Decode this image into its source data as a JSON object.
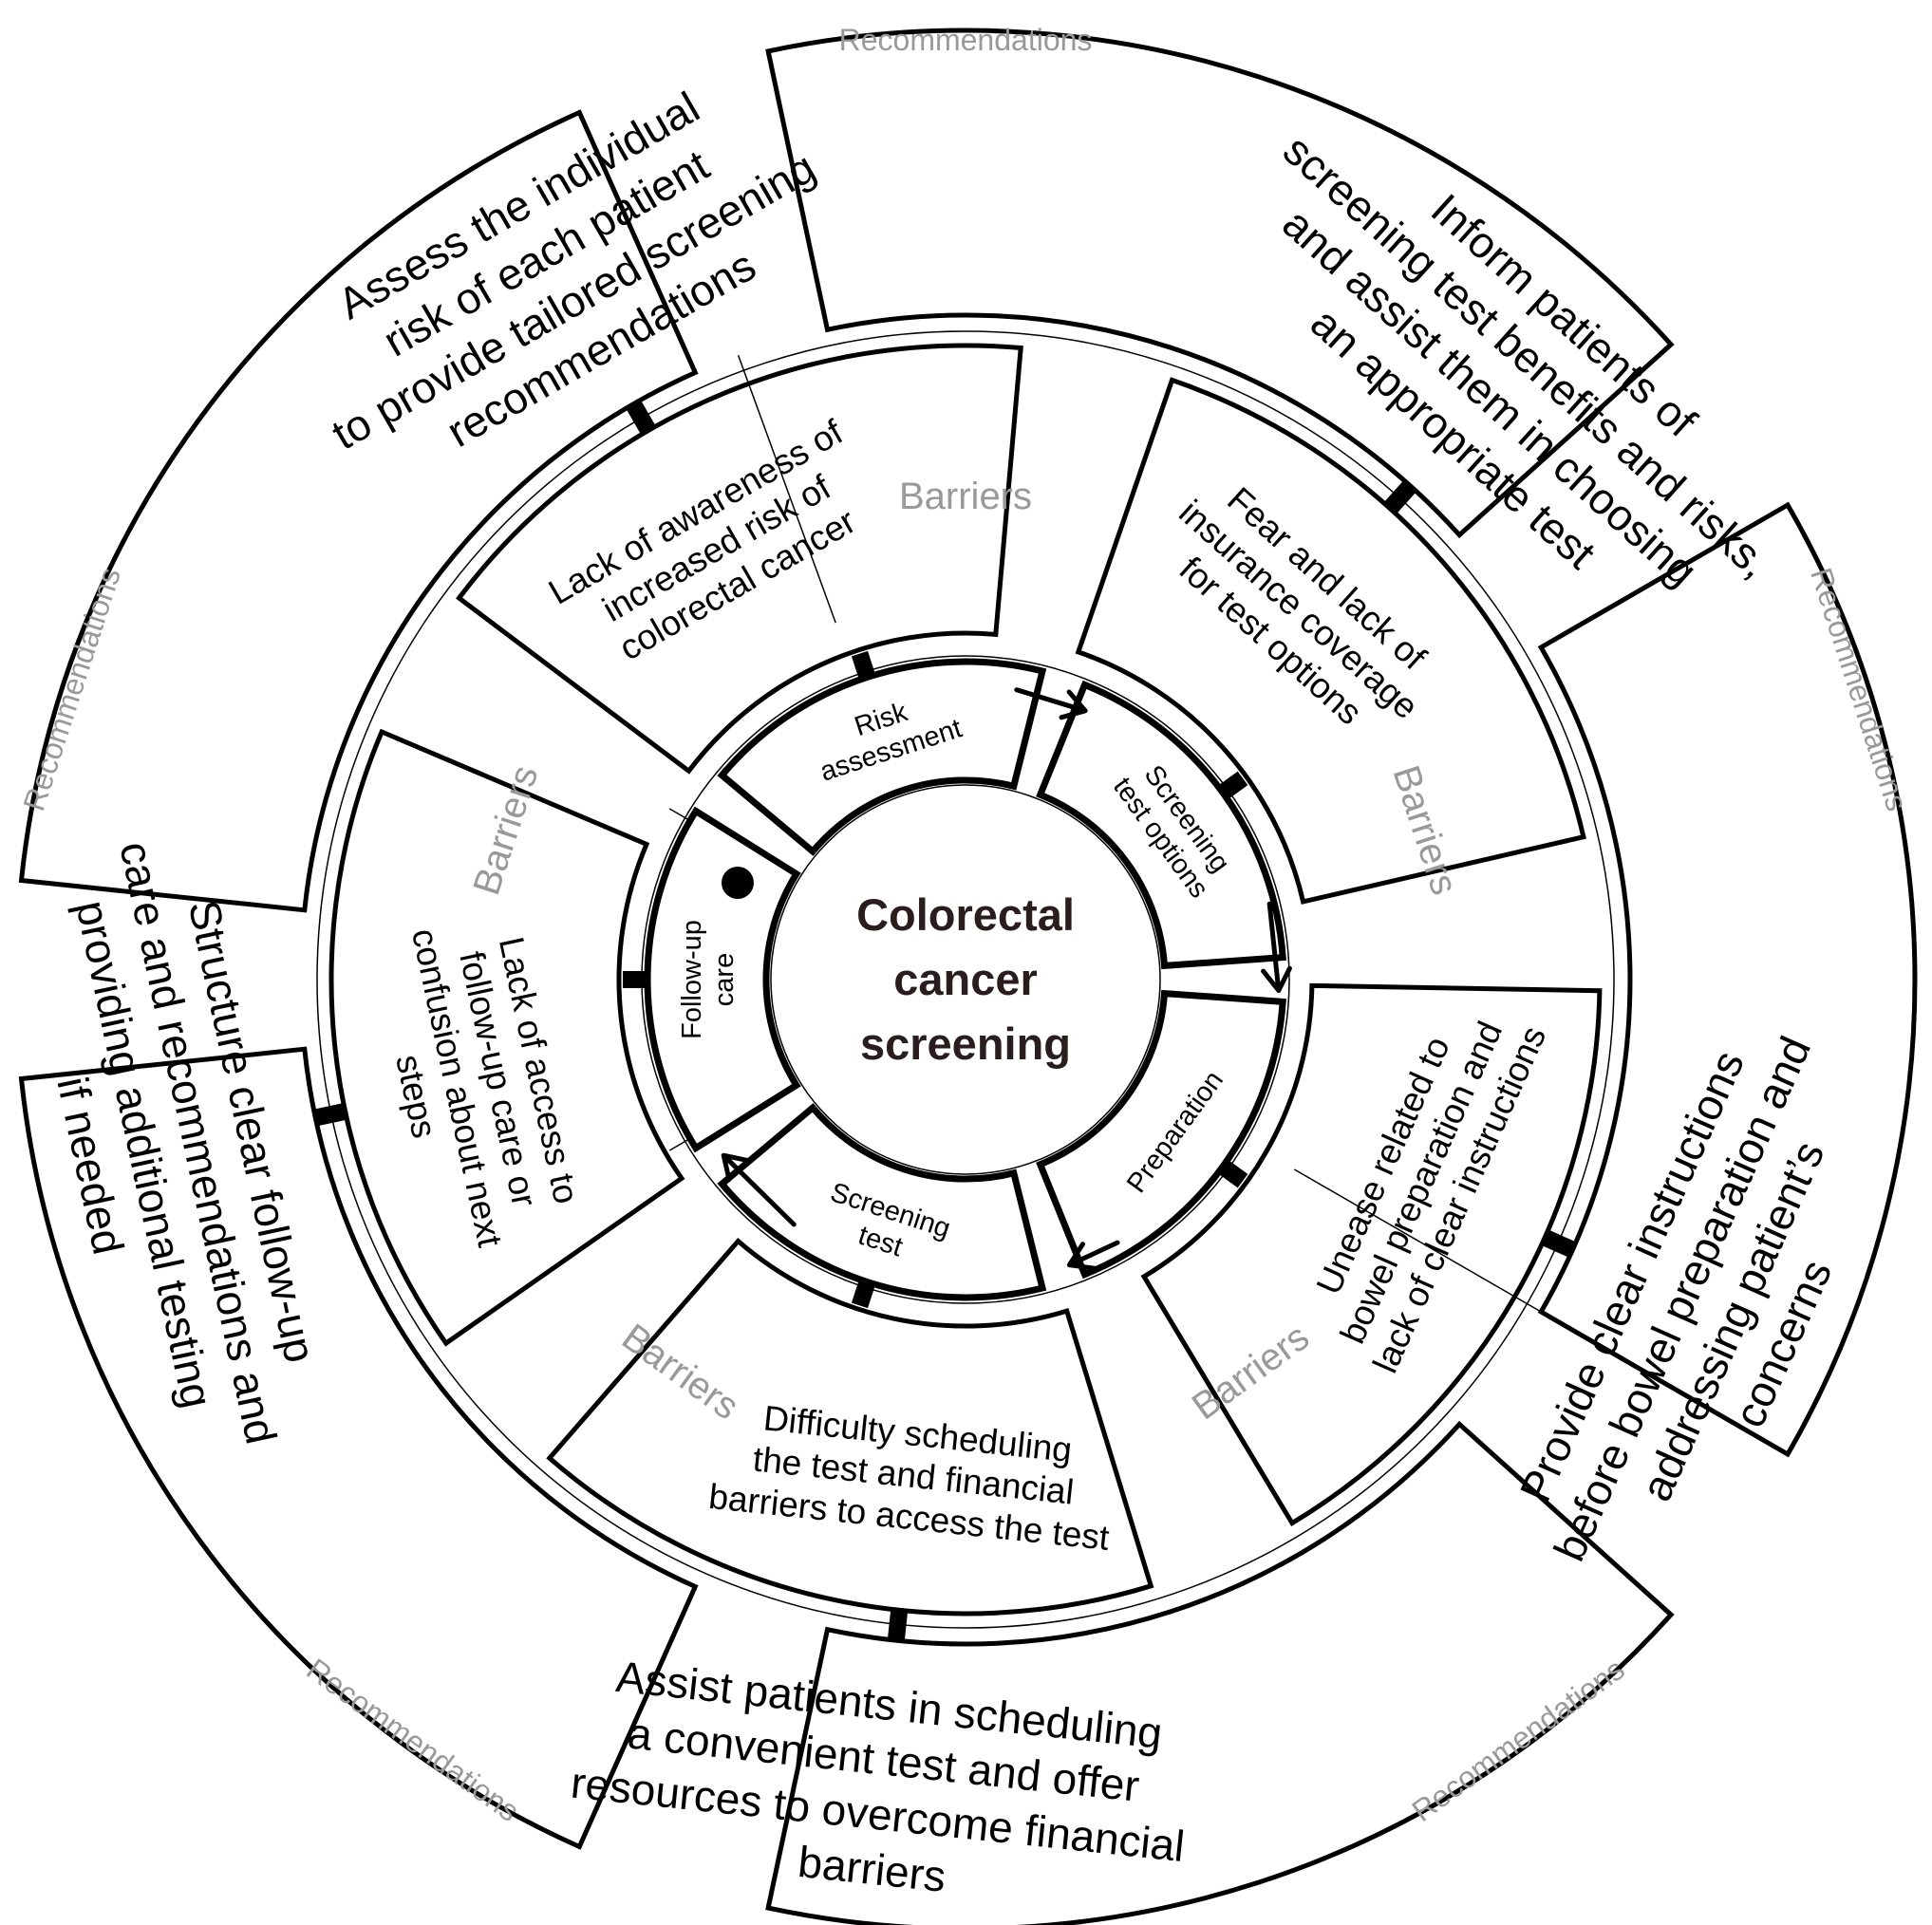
{
  "center": {
    "lines": [
      "Colorectal",
      "cancer",
      "screening"
    ]
  },
  "ring_labels": {
    "barriers": "Barriers",
    "recommendations": "Recommendations"
  },
  "steps": [
    {
      "id": "risk-assessment",
      "lines": [
        "Risk",
        "assessment"
      ]
    },
    {
      "id": "screening-test-options",
      "lines": [
        "Screening",
        "test options"
      ]
    },
    {
      "id": "preparation",
      "lines": [
        "Preparation"
      ]
    },
    {
      "id": "screening-test",
      "lines": [
        "Screening",
        "test"
      ]
    },
    {
      "id": "follow-up-care",
      "lines": [
        "Follow-up",
        "care"
      ]
    }
  ],
  "barriers": [
    {
      "id": "risk-assessment",
      "lines": [
        "Lack of awareness of",
        "increased risk of",
        "colorectal cancer"
      ]
    },
    {
      "id": "screening-test-options",
      "lines": [
        "Fear and lack of",
        "insurance coverage",
        "for test options"
      ]
    },
    {
      "id": "preparation",
      "lines": [
        "Unease related to",
        "bowel preparation and",
        "lack of clear instructions"
      ]
    },
    {
      "id": "screening-test",
      "lines": [
        "Difficulty scheduling",
        "the test and financial",
        "barriers to access the test"
      ]
    },
    {
      "id": "follow-up-care",
      "lines": [
        "Lack of access to",
        "follow-up care or",
        "confusion about next",
        "steps"
      ]
    }
  ],
  "recommendations": [
    {
      "id": "risk-assessment",
      "lines": [
        "Assess the individual",
        "risk of each patient",
        "to provide tailored screening",
        "recommendations"
      ]
    },
    {
      "id": "screening-test-options",
      "lines": [
        "Inform patients of",
        "screening test benefits and risks,",
        "and assist them in choosing",
        "an appropriate test"
      ]
    },
    {
      "id": "preparation",
      "lines": [
        "Provide clear instructions",
        "before bowel preparation and",
        "addressing patient’s",
        "concerns"
      ]
    },
    {
      "id": "screening-test",
      "lines": [
        "Assist patients in scheduling",
        "a convenient test and offer",
        "resources to overcome financial",
        "barriers"
      ]
    },
    {
      "id": "follow-up-care",
      "lines": [
        "Structure clear follow-up",
        "care and recommendations and",
        "providing additional testing",
        "if needed"
      ]
    }
  ]
}
